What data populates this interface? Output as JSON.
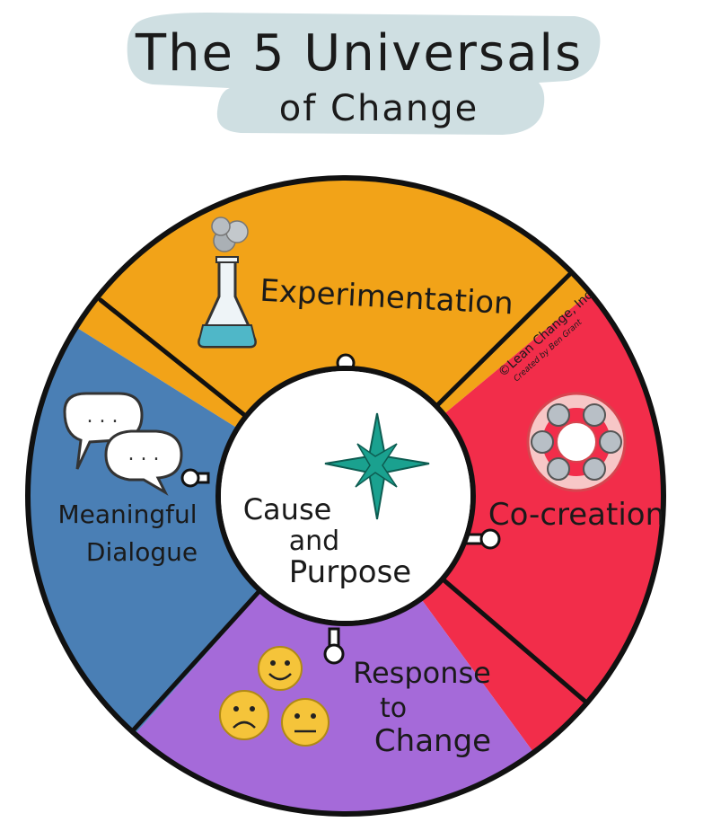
{
  "title": {
    "line1": "The 5 Universals",
    "line2": "of Change",
    "banner_color": "#cfdfe2"
  },
  "segments": [
    {
      "id": "experimentation",
      "label": "Experimentation",
      "color": "#f2a318",
      "icon": "flask-icon"
    },
    {
      "id": "co-creation",
      "label": "Co-creation",
      "color": "#f22d4a",
      "icon": "team-circle-icon"
    },
    {
      "id": "response",
      "label_lines": [
        "Response",
        "to",
        "Change"
      ],
      "color": "#a56ad9",
      "icon": "emoji-faces-icon"
    },
    {
      "id": "dialogue",
      "label_lines": [
        "Meaningful",
        "Dialogue"
      ],
      "color": "#4a7fb5",
      "icon": "speech-bubbles-icon"
    }
  ],
  "center": {
    "label_lines": [
      "Cause",
      "and",
      "Purpose"
    ],
    "color": "#ffffff",
    "icon": "compass-star-icon",
    "star_color": "#1aa18f"
  },
  "copyright": {
    "line1": "©Lean Change, Inc",
    "line2": "Created by Ben Grant"
  }
}
